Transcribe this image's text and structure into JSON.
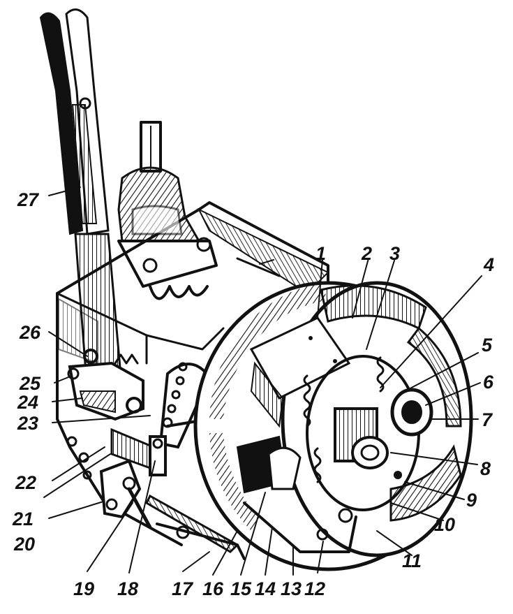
{
  "figure": {
    "labels": [
      "1",
      "2",
      "3",
      "4",
      "5",
      "6",
      "7",
      "8",
      "9",
      "10",
      "11",
      "12",
      "13",
      "14",
      "15",
      "16",
      "17",
      "18",
      "19",
      "20",
      "21",
      "22",
      "23",
      "24",
      "25",
      "26",
      "27"
    ]
  },
  "colors": {
    "ink": "#111111",
    "paper": "#ffffff"
  }
}
